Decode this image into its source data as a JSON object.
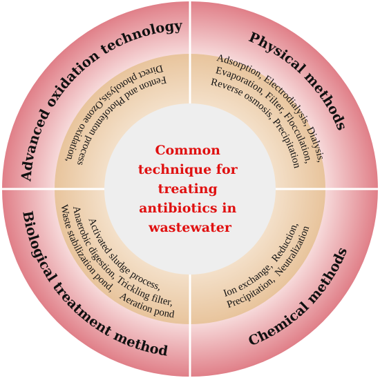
{
  "center_text": [
    "Common",
    "technique for",
    "treating",
    "antibiotics in",
    "wastewater"
  ],
  "quadrants": [
    {
      "key": "tl",
      "title": "Advanced oxidation technology",
      "items": [
        "Direct photolysis,Ozone oxidation,",
        "Fenton and Photofenton process"
      ]
    },
    {
      "key": "tr",
      "title": "Physical methods",
      "items": [
        "Adsorption, Electrodialysis, Dialysis,",
        "Evaporation, Filter, Flocculation,",
        "Reverse osmosis, Precipitation"
      ]
    },
    {
      "key": "bl",
      "title": "Biological treatment method",
      "items": [
        "Activated sludge process,",
        "Anaerobic digestion, Trickling filter,",
        "Waste stabilization pond,    Aeration pond"
      ]
    },
    {
      "key": "br",
      "title": "Chemical methods",
      "items": [
        "Ion exchange,  Reduction,",
        "Precipitation,  Neutralization"
      ]
    }
  ],
  "colors": {
    "outer_ring_light": "#f8e0e0",
    "outer_ring_dark": "#e07f88",
    "inner_ring_light": "#f6e6d3",
    "inner_ring_dark": "#e8c49c",
    "center_fill": "#eeeeee",
    "center_text": "#e01010",
    "divider": "#ffffff"
  }
}
